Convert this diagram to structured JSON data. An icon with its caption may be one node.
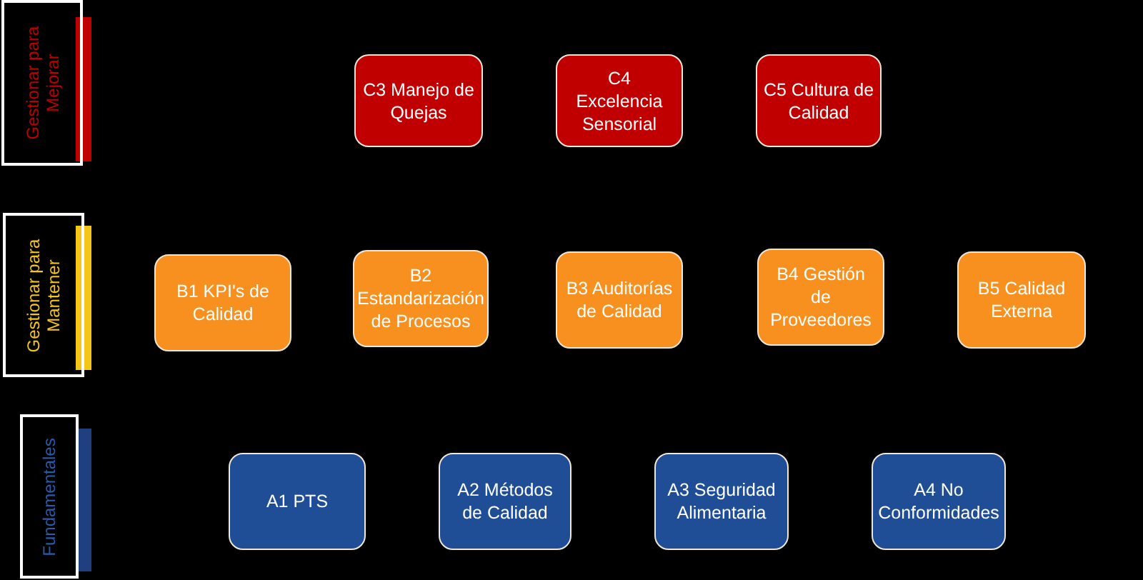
{
  "diagram": {
    "nodes": [
      {
        "text": [
          "Gestionar para Mejorar"
        ]
      },
      {
        "text": [
          "C3 Manejo de Quejas"
        ]
      },
      {
        "text": [
          "C4 Excelencia Sensorial"
        ]
      },
      {
        "text": [
          "C5 Cultura de Calidad"
        ]
      },
      {
        "text": [
          "Gestionar para Mantener"
        ]
      },
      {
        "text": [
          "B1 KPI's de Calidad"
        ]
      },
      {
        "text": [
          "B2 Estandarización de Procesos"
        ]
      },
      {
        "text": [
          "B3 Auditorías de Calidad"
        ]
      },
      {
        "text": [
          "B4 Gestión de Proveedores"
        ]
      },
      {
        "text": [
          "B5 Calidad Externa"
        ]
      },
      {
        "text": [
          "Fundamentales"
        ]
      },
      {
        "text": [
          "A1 PTS"
        ]
      },
      {
        "text": [
          "A2 Métodos de Calidad"
        ]
      },
      {
        "text": [
          "A3 Seguridad Alimentaria"
        ]
      },
      {
        "text": [
          "A4 No Conformidades"
        ]
      }
    ]
  }
}
